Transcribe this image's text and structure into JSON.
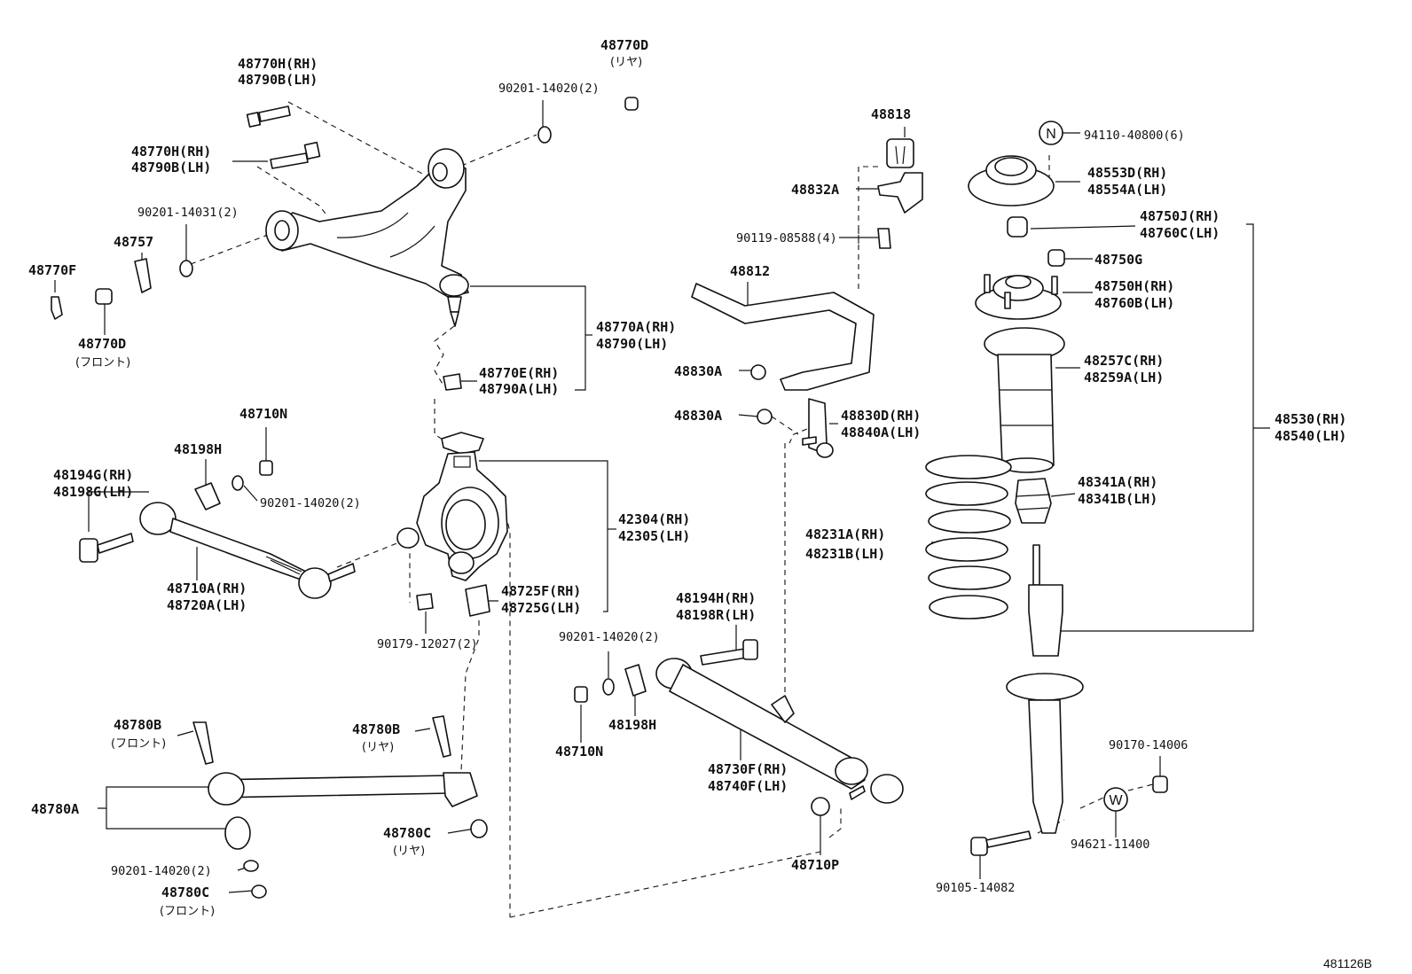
{
  "colors": {
    "ink": "#111111",
    "paper": "#ffffff"
  },
  "reference_code": "481126B",
  "callout_circles": {
    "n": "N",
    "w": "W"
  },
  "labels": {
    "l48770h_rh_1": "48770H(RH)",
    "l48790b_lh_1": "48790B(LH)",
    "l48770h_rh_2": "48770H(RH)",
    "l48790b_lh_2": "48790B(LH)",
    "l90201_14031": "90201-14031(2)",
    "l48757": "48757",
    "l48770f": "48770F",
    "l48770d_front": "48770D",
    "front_1": "(フロント)",
    "l48770d_rear": "48770D",
    "rear_1": "(リヤ)",
    "l90201_14020_top": "90201-14020(2)",
    "l48770a_rh": "48770A(RH)",
    "l48790_lh": "48790(LH)",
    "l48770e_rh": "48770E(RH)",
    "l48790a_lh": "48790A(LH)",
    "l48710n_top": "48710N",
    "l48198h_left": "48198H",
    "l48194g_rh": "48194G(RH)",
    "l48198g_lh": "48198G(LH)",
    "l90201_14020_mid": "90201-14020(2)",
    "l48710a_rh": "48710A(RH)",
    "l48720a_lh": "48720A(LH)",
    "l42304_rh": "42304(RH)",
    "l42305_lh": "42305(LH)",
    "l48725f_rh": "48725F(RH)",
    "l48725g_lh": "48725G(LH)",
    "l90179_12027": "90179-12027(2)",
    "l48780b_front": "48780B",
    "front_2": "(フロント)",
    "l48780b_rear": "48780B",
    "rear_2": "(リヤ)",
    "l48780a": "48780A",
    "l48780c_rear": "48780C",
    "rear_3": "(リヤ)",
    "l90201_14020_bot": "90201-14020(2)",
    "l48780c_front": "48780C",
    "front_3": "(フロント)",
    "l48818": "48818",
    "l48832a": "48832A",
    "l90119_08588": "90119-08588(4)",
    "l48812": "48812",
    "l48830a_1": "48830A",
    "l48830a_2": "48830A",
    "l48830d_rh": "48830D(RH)",
    "l48840a_lh": "48840A(LH)",
    "l48194h_rh": "48194H(RH)",
    "l48198r_lh": "48198R(LH)",
    "l90201_14020_low": "90201-14020(2)",
    "l48198h_low": "48198H",
    "l48710n_low": "48710N",
    "l48730f_rh": "48730F(RH)",
    "l48740f_lh": "48740F(LH)",
    "l48710p": "48710P",
    "l94110_40800": "94110-40800(6)",
    "l48553d_rh": "48553D(RH)",
    "l48554a_lh": "48554A(LH)",
    "l48750j_rh": "48750J(RH)",
    "l48760c_lh": "48760C(LH)",
    "l48750g": "48750G",
    "l48750h_rh": "48750H(RH)",
    "l48760b_lh": "48760B(LH)",
    "l48257c_rh": "48257C(RH)",
    "l48259a_lh": "48259A(LH)",
    "l48530_rh": "48530(RH)",
    "l48540_lh": "48540(LH)",
    "l48341a_rh": "48341A(RH)",
    "l48341b_lh": "48341B(LH)",
    "l48231a_rh": "48231A(RH)",
    "l48231b_lh": "48231B(LH)",
    "l90170_14006": "90170-14006",
    "l94621_11400": "94621-11400",
    "l90105_14082": "90105-14082"
  }
}
